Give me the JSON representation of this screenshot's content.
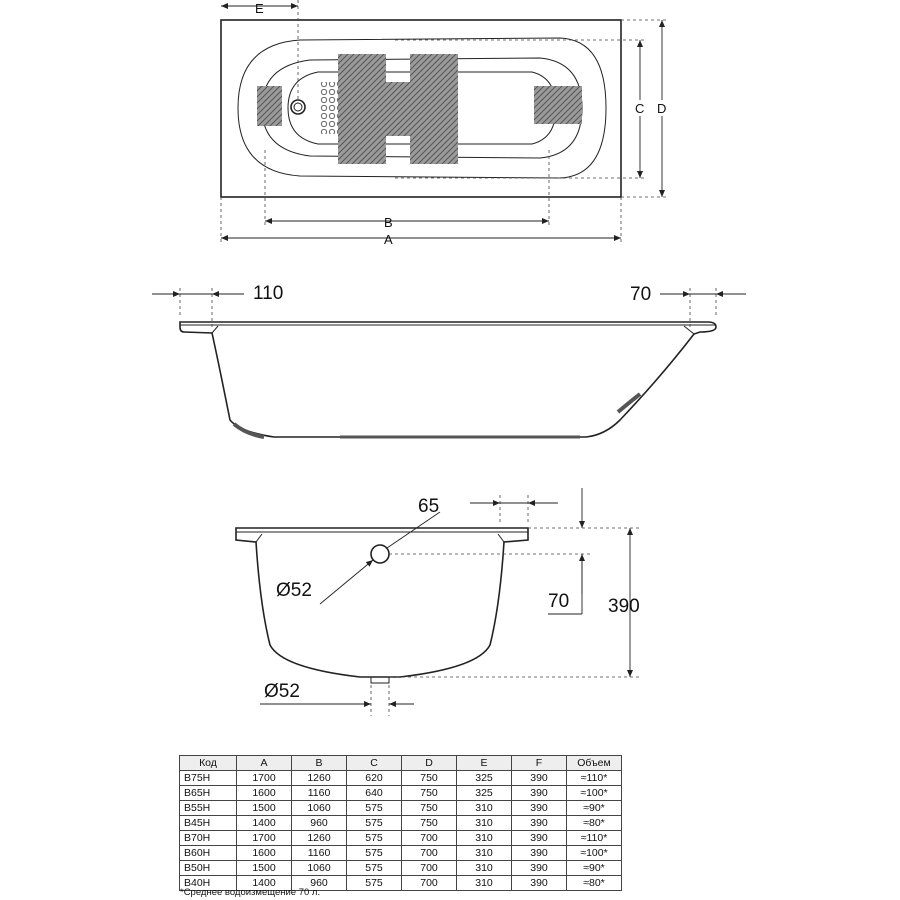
{
  "top_view": {
    "labels": {
      "e": "E",
      "b": "B",
      "a": "A",
      "c": "C",
      "d": "D"
    }
  },
  "side_view": {
    "left_rim": "110",
    "right_rim": "70"
  },
  "end_view": {
    "rim_width": "65",
    "overflow_diameter": "Ø52",
    "overflow_depth": "70",
    "total_height": "390",
    "drain_diameter": "Ø52"
  },
  "table": {
    "headers": [
      "Код",
      "A",
      "B",
      "C",
      "D",
      "E",
      "F",
      "Объем"
    ],
    "rows": [
      [
        "B75H",
        "1700",
        "1260",
        "620",
        "750",
        "325",
        "390",
        "≈110*"
      ],
      [
        "B65H",
        "1600",
        "1160",
        "640",
        "750",
        "325",
        "390",
        "≈100*"
      ],
      [
        "B55H",
        "1500",
        "1060",
        "575",
        "750",
        "310",
        "390",
        "≈90*"
      ],
      [
        "B45H",
        "1400",
        "960",
        "575",
        "750",
        "310",
        "390",
        "≈80*"
      ],
      [
        "B70H",
        "1700",
        "1260",
        "575",
        "700",
        "310",
        "390",
        "≈110*"
      ],
      [
        "B60H",
        "1600",
        "1160",
        "575",
        "700",
        "310",
        "390",
        "≈100*"
      ],
      [
        "B50H",
        "1500",
        "1060",
        "575",
        "700",
        "310",
        "390",
        "≈90*"
      ],
      [
        "B40H",
        "1400",
        "960",
        "575",
        "700",
        "310",
        "390",
        "≈80*"
      ]
    ],
    "footnote": "*Среднее водоизмещение 70 л."
  },
  "colors": {
    "line": "#222222",
    "header_fill": "#eeeeee"
  }
}
